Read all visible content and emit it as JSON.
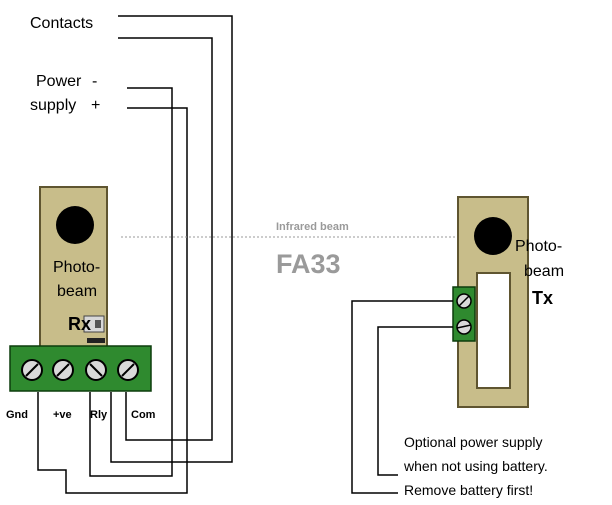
{
  "labels": {
    "contacts": "Contacts",
    "power": "Power",
    "minus": "-",
    "supply": "supply",
    "plus": "+"
  },
  "beam": {
    "infrared": "Infrared beam",
    "model": "FA33"
  },
  "receiver": {
    "line1": "Photo-",
    "line2": "beam",
    "tag": "Rx",
    "terminals": [
      "Gnd",
      "+ve",
      "Rly",
      "Com"
    ]
  },
  "transmitter": {
    "line1": "Photo-",
    "line2": "beam",
    "tag": "Tx"
  },
  "note": {
    "line1": "Optional power supply",
    "line2": "when not using battery.",
    "line3": "Remove battery first!"
  },
  "colors": {
    "board": "#c8bd8a",
    "board_edge": "#5f5530",
    "terminal_green": "#2f8a2f",
    "beam_text": "#9a9a9a"
  }
}
